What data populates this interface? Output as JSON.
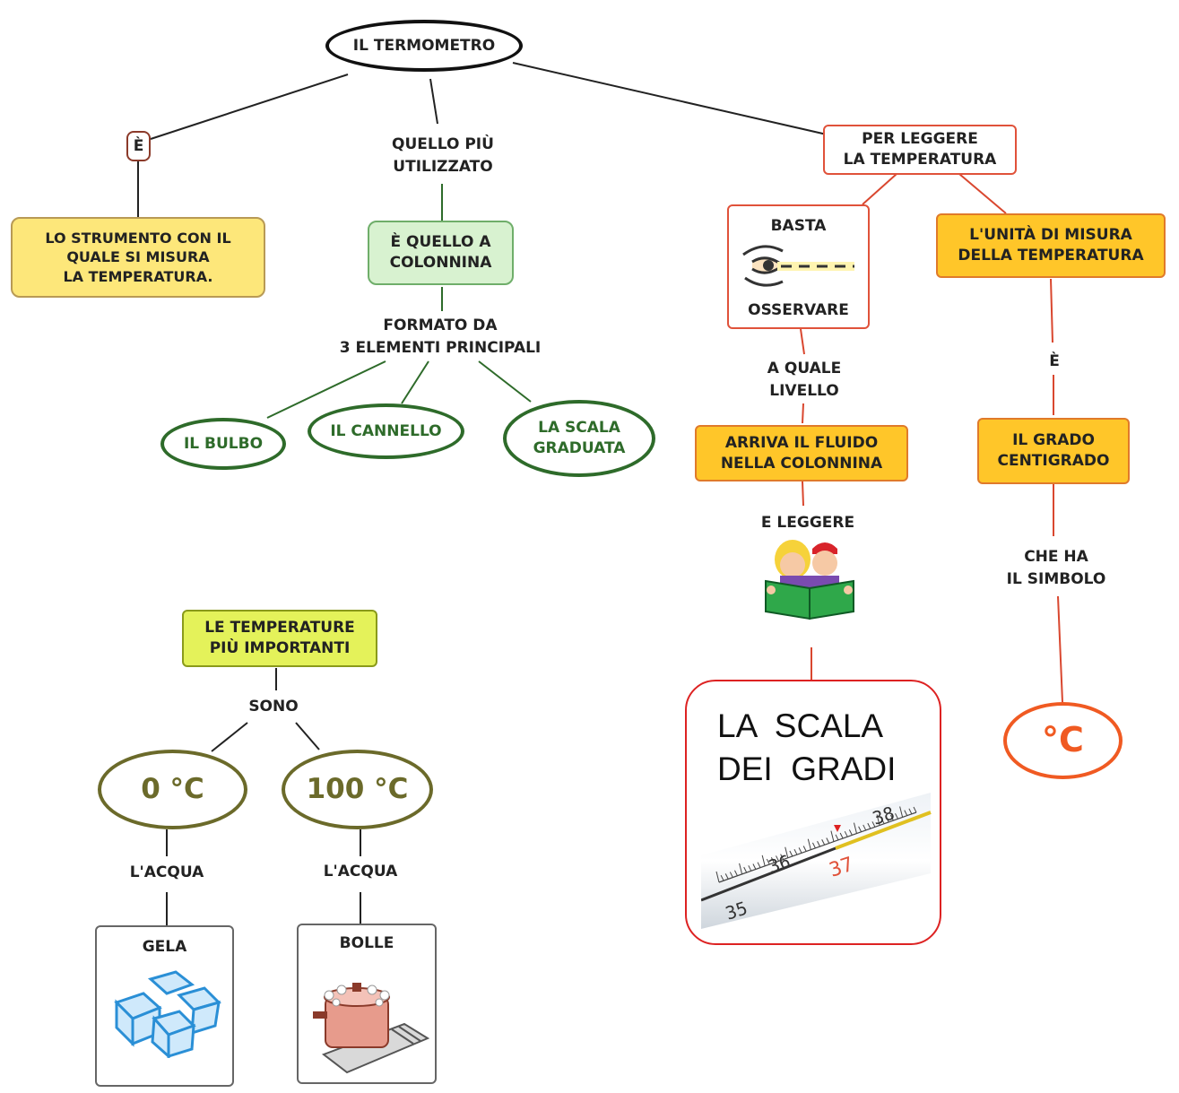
{
  "root": "IL TERMOMETRO",
  "left_branch": {
    "link": "È",
    "definition": [
      "LO STRUMENTO CON IL",
      "QUALE SI MISURA",
      "LA TEMPERATURA."
    ]
  },
  "middle_branch": {
    "link": [
      "QUELLO PIÙ",
      "UTILIZZATO"
    ],
    "type": [
      "È QUELLO A",
      "COLONNINA"
    ],
    "link2": [
      "FORMATO DA",
      "3 ELEMENTI PRINCIPALI"
    ],
    "elements": [
      "IL BULBO",
      "IL CANNELLO",
      "LA SCALA GRADUATA"
    ],
    "element3_lines": [
      "LA SCALA",
      "GRADUATA"
    ]
  },
  "right_branch": {
    "purpose": [
      "PER LEGGERE",
      "LA TEMPERATURA"
    ],
    "observe": {
      "top": "BASTA",
      "bottom": "OSSERVARE"
    },
    "link_level": [
      "A QUALE",
      "LIVELLO"
    ],
    "fluid": [
      "ARRIVA IL FLUIDO",
      "NELLA COLONNINA"
    ],
    "link_read": "E LEGGERE",
    "scale_box": [
      "LA  SCALA",
      "DEI  GRADI"
    ],
    "unit": [
      "L'UNITÀ DI MISURA",
      "DELLA TEMPERATURA"
    ],
    "unit_link": "È",
    "degree": [
      "IL GRADO",
      "CENTIGRADO"
    ],
    "symbol_link": [
      "CHE HA",
      "IL SIMBOLO"
    ],
    "symbol": "°C"
  },
  "important_temps": {
    "title": [
      "LE TEMPERATURE",
      "PIÙ IMPORTANTI"
    ],
    "link": "SONO",
    "zero": {
      "value": "0 °C",
      "link": "L'ACQUA",
      "state": "GELA"
    },
    "hundred": {
      "value": "100 °C",
      "link": "L'ACQUA",
      "state": "BOLLE"
    }
  },
  "thermometer_marks": [
    "35",
    "36",
    "37",
    "38"
  ],
  "colors": {
    "green": "#2e6b2a",
    "olive": "#6b6a2a",
    "red_orange": "#e0523a",
    "yellow_fill": "#fde77a",
    "gold_fill": "#ffc629",
    "lime_fill": "#e4f25a",
    "mint_fill": "#d8f2d0"
  }
}
